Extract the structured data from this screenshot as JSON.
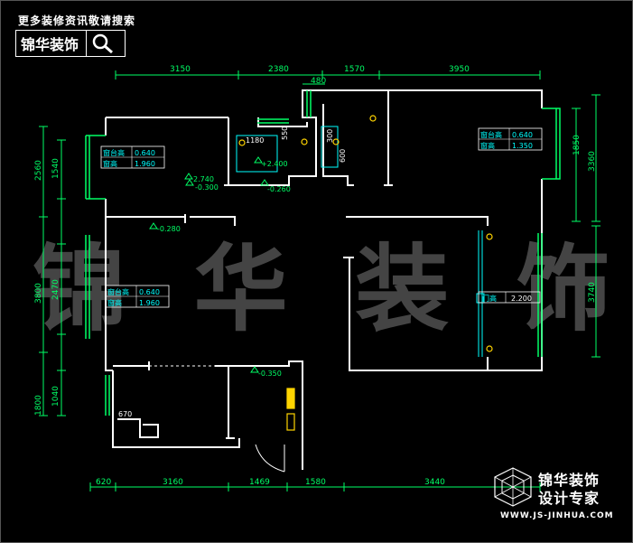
{
  "header": {
    "banner": "更多装修资讯敬请搜索",
    "logo_text": "锦华装饰"
  },
  "watermark": [
    "锦",
    "华",
    "装",
    "饰"
  ],
  "brand": {
    "line1": "锦华装饰",
    "line2": "设计专家",
    "url": "WWW.JS-JINHUA.COM"
  },
  "dimensions": {
    "top": [
      "3150",
      "2380",
      "1570",
      "3950"
    ],
    "top_small": "480",
    "bottom": [
      "620",
      "3160",
      "1469",
      "1580",
      "3440"
    ],
    "left": [
      "2560",
      "1540",
      "3800",
      "2470",
      "1800",
      "1040"
    ],
    "right": [
      "1850",
      "3360",
      "3740"
    ]
  },
  "windows": [
    {
      "label1": "窗台高",
      "value1": "0.640",
      "label2": "窗高",
      "value2": "1.960"
    },
    {
      "label1": "窗台高",
      "value1": "0.640",
      "label2": "窗高",
      "value2": "1.350"
    },
    {
      "label1": "窗台高",
      "value1": "0.640",
      "label2": "窗高",
      "value2": "1.960"
    }
  ],
  "door": {
    "label": "门高",
    "value": "2.200"
  },
  "levels": [
    "2.740",
    "-0.300",
    "-0.260",
    "-0.280",
    "-0.350",
    "+2.400"
  ],
  "misc": [
    "1180",
    "550",
    "300",
    "600",
    "670"
  ],
  "colors": {
    "wall": "#ffffff",
    "dim": "#00ff66",
    "cyan": "#00ffff",
    "yellow": "#ffd400"
  }
}
